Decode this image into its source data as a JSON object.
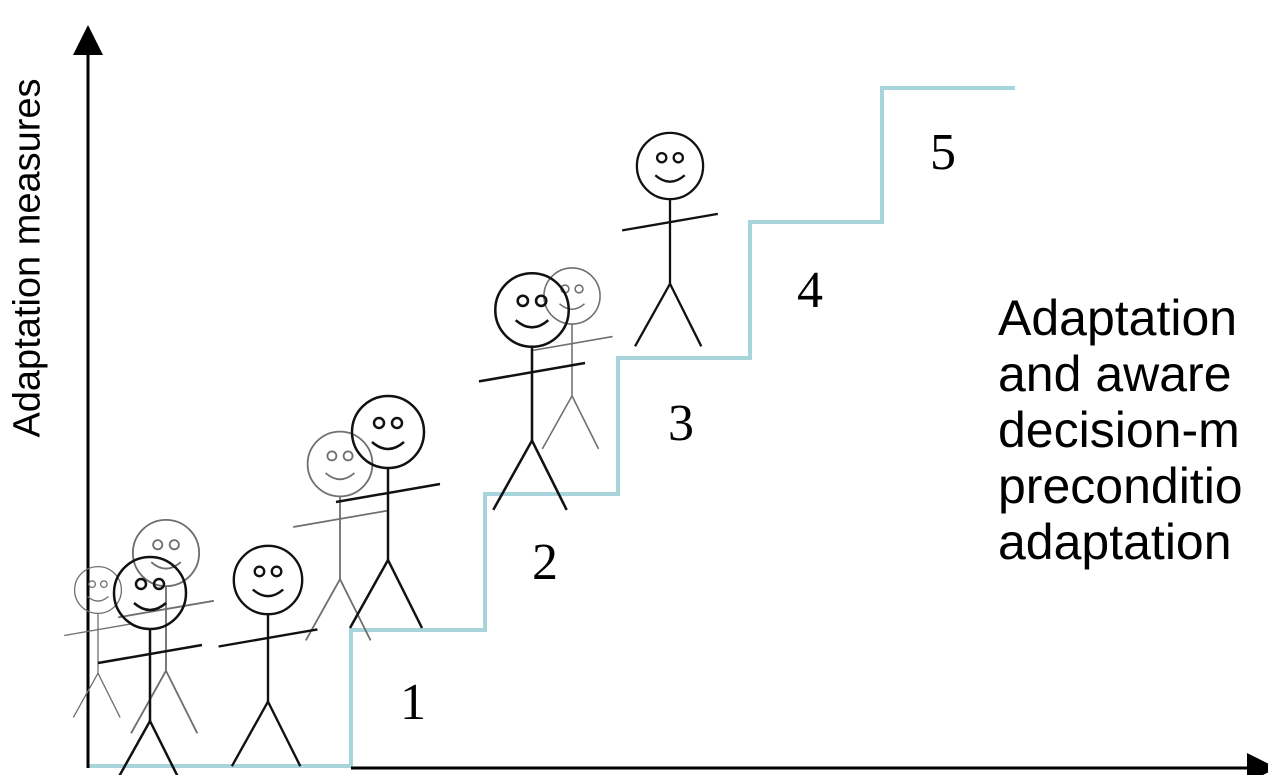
{
  "axis": {
    "y_label": "Adaptation measures"
  },
  "steps": [
    "1",
    "2",
    "3",
    "4",
    "5"
  ],
  "side_text": {
    "lines": [
      "Adaptation",
      "and aware",
      "decision-m",
      "preconditio",
      "adaptation"
    ]
  },
  "colors": {
    "stair": "#a8d5dc",
    "axis": "#000000",
    "figure_dark": "#111111",
    "figure_light": "#6f6f6f"
  }
}
